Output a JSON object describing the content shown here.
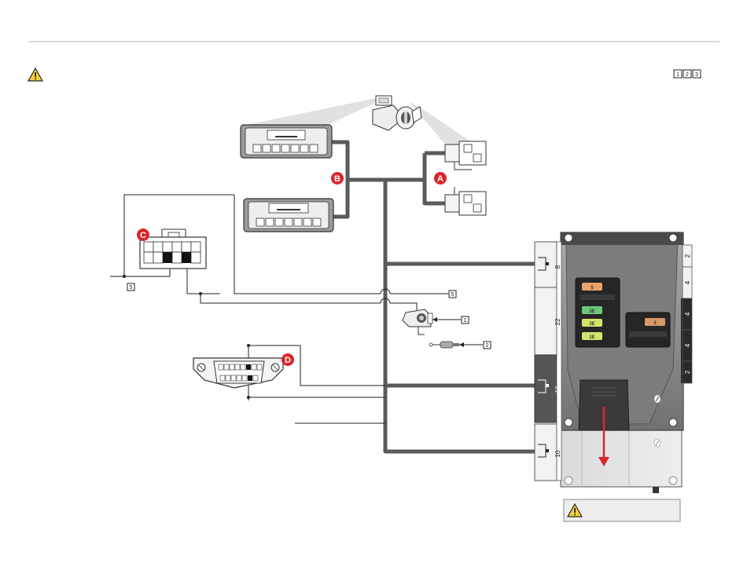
{
  "markers": {
    "a": "A",
    "b": "B",
    "c": "C",
    "d": "D"
  },
  "callouts": {
    "c1": "1",
    "c2": "2",
    "c3": "3",
    "c5": "5"
  },
  "module": {
    "connectors": {
      "p8": "8",
      "p22": "22",
      "p12": "12",
      "p10": "10",
      "s2a": "2",
      "s4a": "4",
      "s4b": "4",
      "s4c": "4",
      "s2b": "2"
    },
    "fuses": {
      "f1": "5",
      "f2": "3E",
      "f3": "3E",
      "f4": "1E",
      "f5": "5"
    }
  },
  "colors": {
    "harness": "#5a5a5a",
    "marker": "#d9262b",
    "warning": "#f4d03f",
    "module_body": "#8e9092",
    "module_dark": "#3a3a3a",
    "arrow": "#d9262b"
  },
  "icons": [
    "warning-icon",
    "warning-icon"
  ]
}
